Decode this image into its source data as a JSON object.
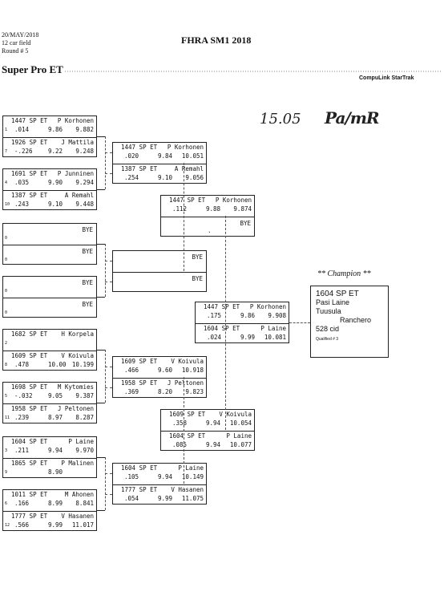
{
  "header": {
    "date": "20/MAY/2018",
    "field": "12 car field",
    "round": "Round # 5",
    "title": "FHRA SM1 2018",
    "class_title": "Super Pro ET",
    "timing_system": "CompuLink StarTrak"
  },
  "handwriting": {
    "time": "15.05",
    "signature": "Pa/mR"
  },
  "round1": [
    {
      "top": {
        "dial": "1447 SP ET",
        "driver": "P Korhonen",
        "seed": "1",
        "rt": ".014",
        "et": "9.86",
        "speed": "9.882"
      },
      "bot": {
        "dial": "1926 SP ET",
        "driver": "J Mattila",
        "seed": "7",
        "rt": "-.226",
        "et": "9.22",
        "speed": "9.248"
      }
    },
    {
      "top": {
        "dial": "1691 SP ET",
        "driver": "P Junninen",
        "seed": "4",
        "rt": ".035",
        "et": "9.90",
        "speed": "9.294"
      },
      "bot": {
        "dial": "1387 SP ET",
        "driver": "A Remahl",
        "seed": "10",
        "rt": ".243",
        "et": "9.10",
        "speed": "9.448"
      }
    },
    {
      "top": {
        "label": "BYE",
        "seed": "0"
      },
      "bot": {
        "label": "BYE",
        "seed": "0"
      }
    },
    {
      "top": {
        "label": "BYE",
        "seed": "0"
      },
      "bot": {
        "label": "BYE",
        "seed": "0"
      }
    },
    {
      "top": {
        "dial": "1682 SP ET",
        "driver": "H Korpela",
        "seed": "2",
        "rt": "",
        "et": "",
        "speed": ""
      },
      "bot": {
        "dial": "1609 SP ET",
        "driver": "V Koivula",
        "seed": "8",
        "rt": ".478",
        "et": "10.00",
        "speed": "10.199"
      }
    },
    {
      "top": {
        "dial": "1698 SP ET",
        "driver": "M Kytomies",
        "seed": "5",
        "rt": "-.032",
        "et": "9.05",
        "speed": "9.387"
      },
      "bot": {
        "dial": "1958 SP ET",
        "driver": "J Peltonen",
        "seed": "11",
        "rt": ".239",
        "et": "8.97",
        "speed": "8.287"
      }
    },
    {
      "top": {
        "dial": "1604 SP ET",
        "driver": "P Laine",
        "seed": "3",
        "rt": ".211",
        "et": "9.94",
        "speed": "9.970"
      },
      "bot": {
        "dial": "1865 SP ET",
        "driver": "P Malinen",
        "seed": "9",
        "rt": "",
        "et": "8.90",
        "speed": ""
      }
    },
    {
      "top": {
        "dial": "1011 SP ET",
        "driver": "M Ahonen",
        "seed": "6",
        "rt": ".166",
        "et": "8.99",
        "speed": "8.841"
      },
      "bot": {
        "dial": "1777 SP ET",
        "driver": "V Hasanen",
        "seed": "12",
        "rt": ".566",
        "et": "9.99",
        "speed": "11.017"
      }
    }
  ],
  "round2": [
    {
      "top": {
        "dial": "1447 SP ET",
        "driver": "P Korhonen",
        "rt": ".020",
        "et": "9.84",
        "speed": "10.051"
      },
      "bot": {
        "dial": "1387 SP ET",
        "driver": "A Remahl",
        "rt": ".254",
        "et": "9.10",
        "speed": "9.056"
      }
    },
    {
      "top": {
        "label": "BYE"
      },
      "bot": {
        "label": "BYE"
      }
    },
    {
      "top": {
        "dial": "1609 SP ET",
        "driver": "V Koivula",
        "rt": ".466",
        "et": "9.60",
        "speed": "10.918"
      },
      "bot": {
        "dial": "1958 SP ET",
        "driver": "J Peltonen",
        "rt": ".369",
        "et": "8.20",
        "speed": "9.823"
      }
    },
    {
      "top": {
        "dial": "1604 SP ET",
        "driver": "P Laine",
        "rt": ".105",
        "et": "9.94",
        "speed": "10.149"
      },
      "bot": {
        "dial": "1777 SP ET",
        "driver": "V Hasanen",
        "rt": ".054",
        "et": "9.99",
        "speed": "11.075"
      }
    }
  ],
  "round3": [
    {
      "top": {
        "dial": "1447 SP ET",
        "driver": "P Korhonen",
        "rt": ".112",
        "et": "9.88",
        "speed": "9.874"
      },
      "bot": {
        "label": "BYE",
        "mark": "."
      }
    },
    {
      "top": {
        "dial": "1609 SP ET",
        "driver": "V Koivula",
        "rt": ".358",
        "et": "9.94",
        "speed": "10.054"
      },
      "bot": {
        "dial": "1604 SP ET",
        "driver": "P Laine",
        "rt": ".085",
        "et": "9.94",
        "speed": "10.077"
      }
    }
  ],
  "final": [
    {
      "top": {
        "dial": "1447 SP ET",
        "driver": "P Korhonen",
        "rt": ".175",
        "et": "9.86",
        "speed": "9.908"
      },
      "bot": {
        "dial": "1604 SP ET",
        "driver": "P Laine",
        "rt": ".024",
        "et": "9.99",
        "speed": "10.081"
      }
    }
  ],
  "champion": {
    "label": "** Champion **",
    "dial": "1604  SP ET",
    "name": "Pasi Laine",
    "city": "Tuusula",
    "car": "Ranchero",
    "engine": "528 cid",
    "qualified": "Qualified # 3"
  }
}
